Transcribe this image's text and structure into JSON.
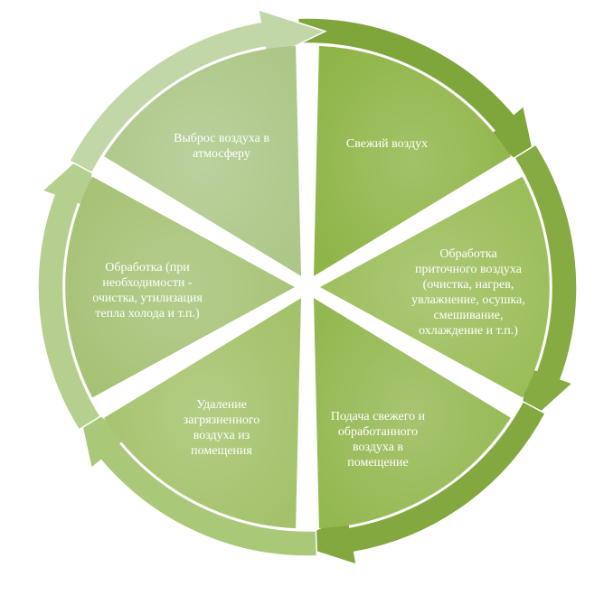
{
  "diagram": {
    "segments": [
      {
        "id": "fresh-air",
        "lines": [
          "Свежий воздух"
        ],
        "fill": "#8fb548",
        "arrow": "#7fa63a"
      },
      {
        "id": "supply-treatment",
        "lines": [
          "Обработка",
          "приточного воздуха",
          "(очистка, нагрев,",
          "увлажнение, осушка,",
          "смешивание,",
          "охлаждение и т.п.)"
        ],
        "fill": "#9bbd59",
        "arrow": "#86ab42"
      },
      {
        "id": "supply-to-room",
        "lines": [
          "Подача свежего и",
          "обработанного",
          "воздуха в",
          "помещение"
        ],
        "fill": "#94b851",
        "arrow": "#82a83f"
      },
      {
        "id": "exhaust-removal",
        "lines": [
          "Удаление",
          "загрязненного",
          "воздуха из",
          "помещения"
        ],
        "fill": "#a4c26b",
        "arrow": "#a9c878"
      },
      {
        "id": "exhaust-treatment",
        "lines": [
          "Обработка (при",
          "необходимости -",
          "очистка, утилизация",
          "тепла холода и т.п.)"
        ],
        "fill": "#a6c275",
        "arrow": "#b5d08e"
      },
      {
        "id": "release",
        "lines": [
          "Выброс воздуха в",
          "атмосферу"
        ],
        "fill": "#adc788",
        "arrow": "#c2d7a8"
      }
    ]
  }
}
